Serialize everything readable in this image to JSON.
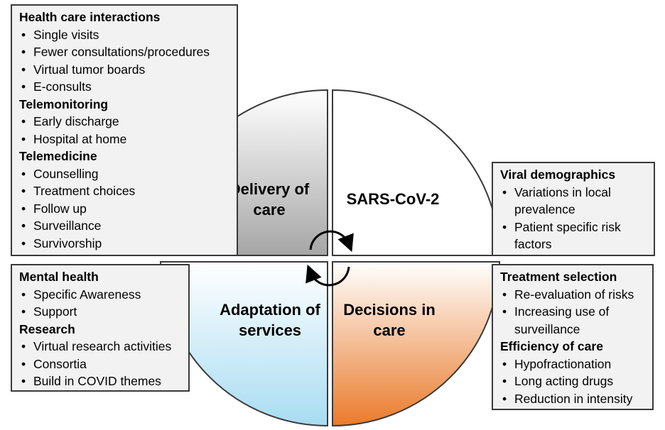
{
  "quadrants": {
    "delivery": "Delivery of care",
    "sars": "SARS-CoV-2",
    "adaptation": "Adaptation of services",
    "decisions": "Decisions in care"
  },
  "boxes": [
    {
      "id": "delivery-box",
      "sections": [
        {
          "heading": "Health care interactions",
          "items": [
            "Single visits",
            "Fewer consultations/procedures",
            "Virtual tumor boards",
            "E-consults"
          ]
        },
        {
          "heading": "Telemonitoring",
          "items": [
            "Early discharge",
            "Hospital at home"
          ]
        },
        {
          "heading": "Telemedicine",
          "items": [
            "Counselling",
            "Treatment choices",
            "Follow up",
            "Surveillance",
            "Survivorship"
          ]
        }
      ]
    },
    {
      "id": "viral-box",
      "sections": [
        {
          "heading": "Viral demographics",
          "items": [
            "Variations in local prevalence",
            "Patient specific risk factors"
          ]
        }
      ]
    },
    {
      "id": "mental-box",
      "sections": [
        {
          "heading": "Mental health",
          "items": [
            "Specific Awareness",
            "Support"
          ]
        },
        {
          "heading": "Research",
          "items": [
            "Virtual research activities",
            "Consortia",
            "Build in COVID themes"
          ]
        }
      ]
    },
    {
      "id": "treatment-box",
      "sections": [
        {
          "heading": "Treatment selection",
          "items": [
            "Re-evaluation of risks",
            "Increasing use of surveillance"
          ]
        },
        {
          "heading": "Efficiency of care",
          "items": [
            "Hypofractionation",
            "Long acting drugs",
            "Reduction in intensity"
          ]
        }
      ]
    }
  ],
  "colors": {
    "box_fill": "#f2f2f2",
    "border": "#3a3a3a",
    "delivery_fill": "#a6a6a6",
    "adaptation_fill": "#a8dcf2",
    "decisions_fill": "#ea7a2a"
  }
}
